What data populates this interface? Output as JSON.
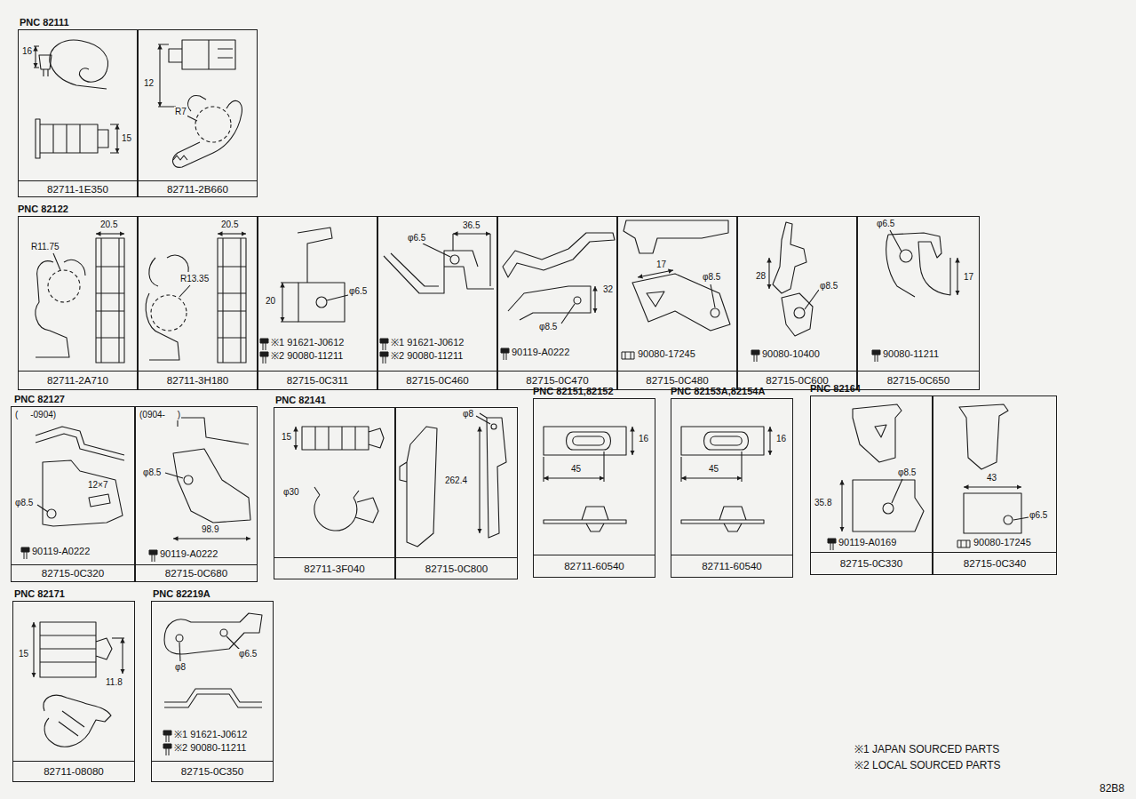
{
  "diagram": {
    "nodes": [
      {
        "text": [
          "PNC 82111"
        ]
      },
      {
        "text": [
          "16",
          "15",
          "82711-1E350"
        ],
        "in": 0
      },
      {
        "text": [
          "12",
          "R7",
          "82711-2B660"
        ],
        "in": 0
      },
      {
        "text": [
          "PNC 82122"
        ]
      },
      {
        "text": [
          "20.5",
          "R11.75",
          "82711-2A710"
        ],
        "in": 3
      },
      {
        "text": [
          "20.5",
          "R13.35",
          "82711-3H180"
        ],
        "in": 3
      },
      {
        "text": [
          "φ6.5",
          "20",
          "※1 91621-J0612",
          "※2 90080-11211",
          "82715-0C311"
        ],
        "in": 3
      },
      {
        "text": [
          "36.5",
          "φ6.5",
          "※1 91621-J0612",
          "※2 90080-11211",
          "82715-0C460"
        ],
        "in": 3
      },
      {
        "text": [
          "32",
          "φ8.5",
          "90119-A0222",
          "82715-0C470"
        ],
        "in": 3
      },
      {
        "text": [
          "17",
          "φ8.5",
          "90080-17245",
          "82715-0C480"
        ],
        "in": 3
      },
      {
        "text": [
          "28",
          "φ8.5",
          "90080-10400",
          "82715-0C600"
        ],
        "in": 3
      },
      {
        "text": [
          "φ6.5",
          "17",
          "90080-11211",
          "82715-0C650"
        ],
        "in": 3
      },
      {
        "text": [
          "PNC 82127"
        ]
      },
      {
        "text": [
          "(     -0904)",
          "12×7",
          "φ8.5",
          "90119-A0222",
          "82715-0C320"
        ],
        "in": 12
      },
      {
        "text": [
          "(0904-     )",
          "φ8.5",
          "98.9",
          "90119-A0222",
          "82715-0C680"
        ],
        "in": 12
      },
      {
        "text": [
          "PNC 82141"
        ]
      },
      {
        "text": [
          "15",
          "φ30",
          "82711-3F040"
        ],
        "in": 15
      },
      {
        "text": [
          "φ8",
          "262.4",
          "82715-0C800"
        ],
        "in": 15
      },
      {
        "text": [
          "PNC 82151,82152"
        ]
      },
      {
        "text": [
          "16",
          "45",
          "82711-60540"
        ],
        "in": 18
      },
      {
        "text": [
          "PNC 82153A,82154A"
        ]
      },
      {
        "text": [
          "16",
          "45",
          "82711-60540"
        ],
        "in": 20
      },
      {
        "text": [
          "PNC 82164"
        ]
      },
      {
        "text": [
          "φ8.5",
          "35.8",
          "90119-A0169",
          "82715-0C330"
        ],
        "in": 22
      },
      {
        "text": [
          "43",
          "φ6.5",
          "90080-17245",
          "82715-0C340"
        ],
        "in": 22
      },
      {
        "text": [
          "PNC 82171"
        ]
      },
      {
        "text": [
          "15",
          "11.8",
          "82711-08080"
        ],
        "in": 25
      },
      {
        "text": [
          "PNC 82219A"
        ]
      },
      {
        "text": [
          "φ6.5",
          "φ8",
          "※1 91621-J0612",
          "※2 90080-11211",
          "82715-0C350"
        ],
        "in": 27
      }
    ],
    "labels": [
      "※1 JAPAN SOURCED PARTS",
      "※2 LOCAL SOURCED PARTS",
      "82B8"
    ]
  }
}
